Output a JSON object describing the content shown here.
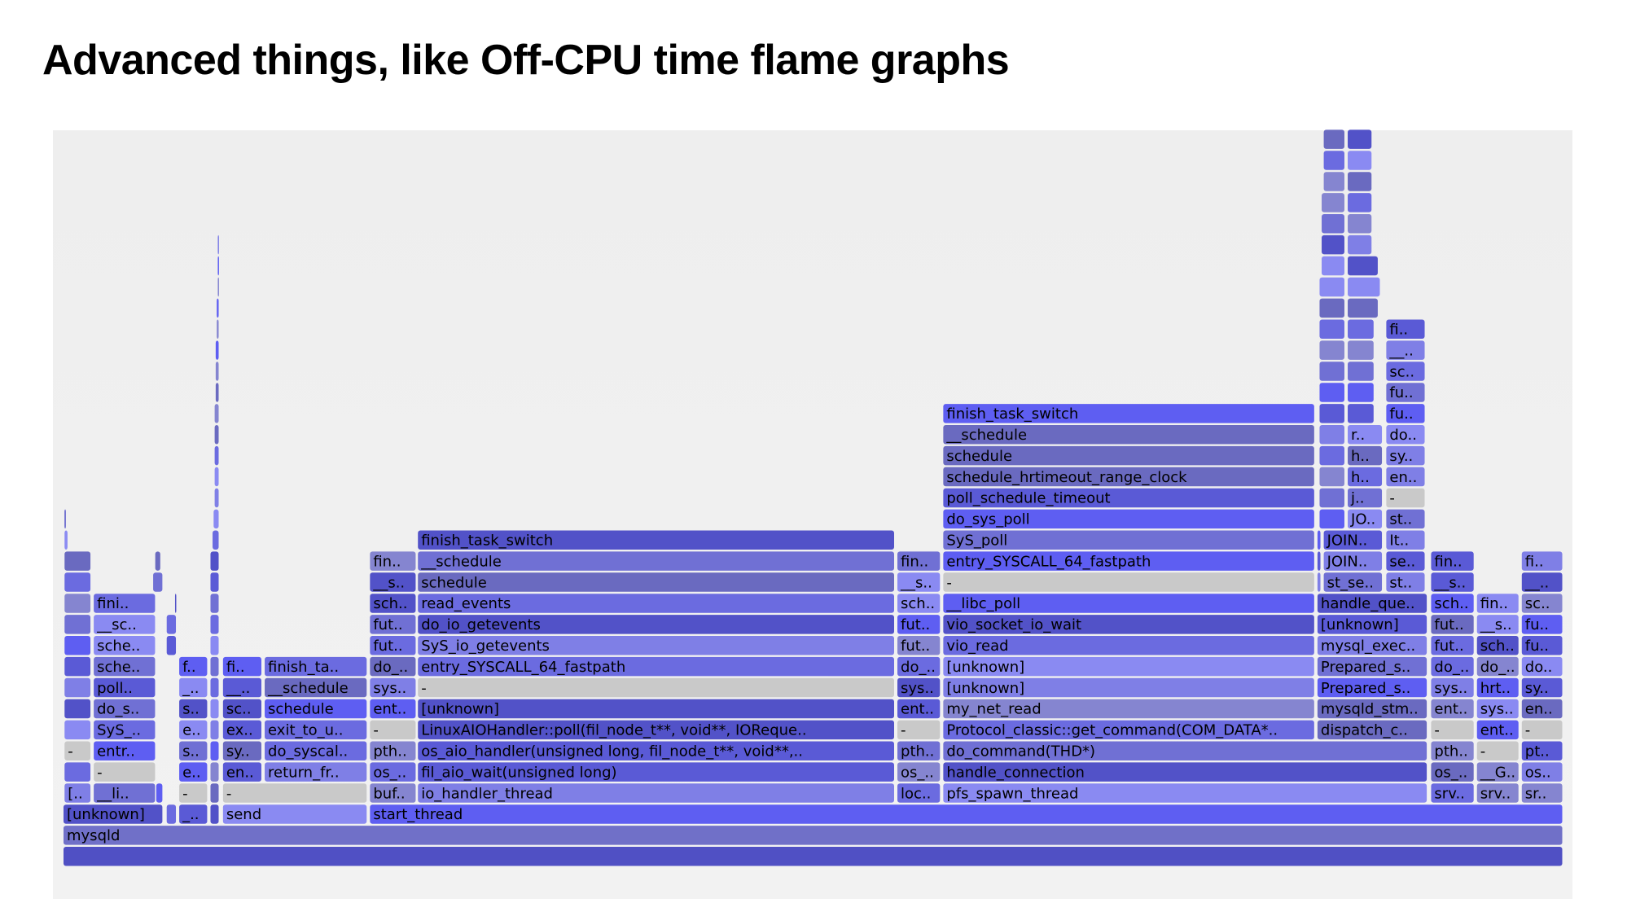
{
  "title": "Advanced things, like Off-CPU time flame graphs",
  "chart_data": {
    "type": "flame",
    "title": "Advanced things, like Off-CPU time flame graphs",
    "units": "samples (x positions on a 0-1439 total scale)",
    "total": 1439,
    "colors": [
      "#5a5ad6",
      "#6b6be0",
      "#7f7fe6",
      "#8585d0",
      "#5252c8",
      "#7070d4",
      "#8a8af2",
      "#5e5ef2",
      "#6a6ac0"
    ],
    "gray": "#c9c9c9",
    "frames": [
      [
        0,
        0,
        1439,
        ""
      ],
      [
        1,
        0,
        1439,
        "mysqld"
      ],
      [
        2,
        0,
        96,
        "[unknown]"
      ],
      [
        2,
        99,
        109,
        ""
      ],
      [
        2,
        111,
        139,
        "_.."
      ],
      [
        2,
        141,
        150,
        ""
      ],
      [
        2,
        153,
        292,
        "send"
      ],
      [
        2,
        294,
        1439,
        "start_thread"
      ],
      [
        3,
        1,
        27,
        "[.."
      ],
      [
        3,
        29,
        89,
        "__li.."
      ],
      [
        3,
        89,
        96,
        ""
      ],
      [
        3,
        111,
        139,
        "-"
      ],
      [
        3,
        141,
        150,
        ""
      ],
      [
        3,
        153,
        292,
        "-"
      ],
      [
        3,
        294,
        339,
        "buf.."
      ],
      [
        3,
        340,
        798,
        "io_handler_thread"
      ],
      [
        3,
        800,
        842,
        "loc.."
      ],
      [
        3,
        844,
        1309,
        "pfs_spawn_thread"
      ],
      [
        3,
        1312,
        1354,
        "srv.."
      ],
      [
        3,
        1356,
        1397,
        "srv.."
      ],
      [
        3,
        1399,
        1439,
        "sr.."
      ],
      [
        4,
        1,
        27,
        ""
      ],
      [
        4,
        29,
        89,
        "-"
      ],
      [
        4,
        111,
        139,
        "e.."
      ],
      [
        4,
        141,
        150,
        ""
      ],
      [
        4,
        153,
        191,
        "en.."
      ],
      [
        4,
        193,
        292,
        "return_fr.."
      ],
      [
        4,
        294,
        339,
        "os_.."
      ],
      [
        4,
        340,
        798,
        "fil_aio_wait(unsigned long)"
      ],
      [
        4,
        800,
        842,
        "os_.."
      ],
      [
        4,
        844,
        1309,
        "handle_connection"
      ],
      [
        4,
        1312,
        1354,
        "os_.."
      ],
      [
        4,
        1356,
        1397,
        "__G.."
      ],
      [
        4,
        1399,
        1439,
        "os.."
      ],
      [
        5,
        1,
        27,
        "-"
      ],
      [
        5,
        29,
        89,
        "entr.."
      ],
      [
        5,
        111,
        139,
        "s.."
      ],
      [
        5,
        141,
        150,
        ""
      ],
      [
        5,
        153,
        191,
        "sy.."
      ],
      [
        5,
        193,
        292,
        "do_syscal.."
      ],
      [
        5,
        294,
        339,
        "pth.."
      ],
      [
        5,
        340,
        798,
        "os_aio_handler(unsigned long, fil_node_t**, void**,.."
      ],
      [
        5,
        800,
        842,
        "pth.."
      ],
      [
        5,
        844,
        1309,
        "do_command(THD*)"
      ],
      [
        5,
        1312,
        1354,
        "pth.."
      ],
      [
        5,
        1356,
        1397,
        "-"
      ],
      [
        5,
        1399,
        1439,
        "pt.."
      ],
      [
        6,
        1,
        27,
        ""
      ],
      [
        6,
        29,
        89,
        "SyS_.."
      ],
      [
        6,
        111,
        139,
        "e.."
      ],
      [
        6,
        141,
        150,
        ""
      ],
      [
        6,
        153,
        191,
        "ex.."
      ],
      [
        6,
        193,
        292,
        "exit_to_u.."
      ],
      [
        6,
        294,
        339,
        "-"
      ],
      [
        6,
        340,
        798,
        "LinuxAIOHandler::poll(fil_node_t**, void**, IOReque.."
      ],
      [
        6,
        800,
        842,
        "-"
      ],
      [
        6,
        844,
        1201,
        "Protocol_classic::get_command(COM_DATA*.."
      ],
      [
        6,
        1203,
        1309,
        "dispatch_c.."
      ],
      [
        6,
        1312,
        1354,
        "-"
      ],
      [
        6,
        1356,
        1397,
        "ent.."
      ],
      [
        6,
        1399,
        1439,
        "-"
      ],
      [
        7,
        1,
        27,
        ""
      ],
      [
        7,
        29,
        89,
        "do_s.."
      ],
      [
        7,
        111,
        139,
        "s.."
      ],
      [
        7,
        141,
        150,
        ""
      ],
      [
        7,
        153,
        191,
        "sc.."
      ],
      [
        7,
        193,
        292,
        "schedule"
      ],
      [
        7,
        294,
        339,
        "ent.."
      ],
      [
        7,
        340,
        798,
        "[unknown]"
      ],
      [
        7,
        800,
        842,
        "ent.."
      ],
      [
        7,
        844,
        1201,
        "my_net_read"
      ],
      [
        7,
        1203,
        1309,
        "mysqld_stm.."
      ],
      [
        7,
        1312,
        1354,
        "ent.."
      ],
      [
        7,
        1356,
        1397,
        "sys.."
      ],
      [
        7,
        1399,
        1439,
        "en.."
      ],
      [
        8,
        1,
        27,
        ""
      ],
      [
        8,
        29,
        89,
        "poll.."
      ],
      [
        8,
        111,
        139,
        "_.."
      ],
      [
        8,
        141,
        150,
        ""
      ],
      [
        8,
        153,
        191,
        "__.."
      ],
      [
        8,
        193,
        292,
        "__schedule"
      ],
      [
        8,
        294,
        339,
        "sys.."
      ],
      [
        8,
        340,
        798,
        "-"
      ],
      [
        8,
        800,
        842,
        "sys.."
      ],
      [
        8,
        844,
        1201,
        "[unknown]"
      ],
      [
        8,
        1203,
        1309,
        "Prepared_s.."
      ],
      [
        8,
        1312,
        1354,
        "sys.."
      ],
      [
        8,
        1356,
        1397,
        "hrt.."
      ],
      [
        8,
        1399,
        1439,
        "sy.."
      ],
      [
        9,
        1,
        27,
        ""
      ],
      [
        9,
        29,
        89,
        "sche.."
      ],
      [
        9,
        111,
        139,
        "f.."
      ],
      [
        9,
        141,
        150,
        ""
      ],
      [
        9,
        153,
        191,
        "fi.."
      ],
      [
        9,
        193,
        292,
        "finish_ta.."
      ],
      [
        9,
        294,
        339,
        "do_.."
      ],
      [
        9,
        340,
        798,
        "entry_SYSCALL_64_fastpath"
      ],
      [
        9,
        800,
        842,
        "do_.."
      ],
      [
        9,
        844,
        1201,
        "[unknown]"
      ],
      [
        9,
        1203,
        1309,
        "Prepared_s.."
      ],
      [
        9,
        1312,
        1354,
        "do_.."
      ],
      [
        9,
        1356,
        1397,
        "do_.."
      ],
      [
        9,
        1399,
        1439,
        "do.."
      ],
      [
        10,
        1,
        27,
        ""
      ],
      [
        10,
        29,
        89,
        "sche.."
      ],
      [
        10,
        99,
        109,
        ""
      ],
      [
        10,
        141,
        150,
        ""
      ],
      [
        10,
        294,
        339,
        "fut.."
      ],
      [
        10,
        340,
        798,
        "SyS_io_getevents"
      ],
      [
        10,
        800,
        842,
        "fut.."
      ],
      [
        10,
        844,
        1201,
        "vio_read"
      ],
      [
        10,
        1203,
        1309,
        "mysql_exec.."
      ],
      [
        10,
        1312,
        1354,
        "fut.."
      ],
      [
        10,
        1356,
        1397,
        "sch.."
      ],
      [
        10,
        1399,
        1439,
        "fu.."
      ],
      [
        11,
        1,
        27,
        ""
      ],
      [
        11,
        29,
        89,
        "__sc.."
      ],
      [
        11,
        99,
        109,
        ""
      ],
      [
        11,
        141,
        150,
        ""
      ],
      [
        11,
        294,
        339,
        "fut.."
      ],
      [
        11,
        340,
        798,
        "do_io_getevents"
      ],
      [
        11,
        800,
        842,
        "fut.."
      ],
      [
        11,
        844,
        1201,
        "vio_socket_io_wait"
      ],
      [
        11,
        1203,
        1309,
        "[unknown]"
      ],
      [
        11,
        1312,
        1354,
        "fut.."
      ],
      [
        11,
        1356,
        1397,
        "__s.."
      ],
      [
        11,
        1399,
        1439,
        "fu.."
      ],
      [
        12,
        1,
        27,
        ""
      ],
      [
        12,
        29,
        89,
        "fini.."
      ],
      [
        12,
        107,
        109,
        ""
      ],
      [
        12,
        141,
        150,
        ""
      ],
      [
        12,
        294,
        339,
        "sch.."
      ],
      [
        12,
        340,
        798,
        "read_events"
      ],
      [
        12,
        800,
        842,
        "sch.."
      ],
      [
        12,
        844,
        1201,
        "__libc_poll"
      ],
      [
        12,
        1203,
        1309,
        "handle_que.."
      ],
      [
        12,
        1312,
        1354,
        "sch.."
      ],
      [
        12,
        1356,
        1397,
        "fin.."
      ],
      [
        12,
        1399,
        1439,
        "sc.."
      ],
      [
        13,
        1,
        27,
        ""
      ],
      [
        13,
        86,
        96,
        ""
      ],
      [
        13,
        141,
        150,
        ""
      ],
      [
        13,
        294,
        339,
        "__s.."
      ],
      [
        13,
        340,
        798,
        "schedule"
      ],
      [
        13,
        800,
        842,
        "__s.."
      ],
      [
        13,
        844,
        1201,
        "-"
      ],
      [
        13,
        1203,
        1207,
        ""
      ],
      [
        13,
        1209,
        1266,
        "st_se.."
      ],
      [
        13,
        1269,
        1307,
        "st.."
      ],
      [
        13,
        1312,
        1354,
        "__s.."
      ],
      [
        13,
        1399,
        1439,
        "__.."
      ],
      [
        14,
        1,
        27,
        ""
      ],
      [
        14,
        88,
        94,
        ""
      ],
      [
        14,
        141,
        150,
        ""
      ],
      [
        14,
        294,
        339,
        "fin.."
      ],
      [
        14,
        340,
        798,
        "__schedule"
      ],
      [
        14,
        800,
        842,
        "fin.."
      ],
      [
        14,
        844,
        1201,
        "entry_SYSCALL_64_fastpath"
      ],
      [
        14,
        1203,
        1207,
        ""
      ],
      [
        14,
        1209,
        1266,
        "JOIN.."
      ],
      [
        14,
        1269,
        1307,
        "se.."
      ],
      [
        14,
        1312,
        1354,
        "fin.."
      ],
      [
        14,
        1399,
        1439,
        "fi.."
      ],
      [
        15,
        1,
        5,
        ""
      ],
      [
        15,
        143,
        150,
        ""
      ],
      [
        15,
        340,
        798,
        "finish_task_switch"
      ],
      [
        15,
        844,
        1201,
        "SyS_poll"
      ],
      [
        15,
        1203,
        1207,
        ""
      ],
      [
        15,
        1209,
        1266,
        "JOIN.."
      ],
      [
        15,
        1269,
        1307,
        "It.."
      ],
      [
        16,
        1,
        3,
        ""
      ],
      [
        16,
        144,
        150,
        ""
      ],
      [
        16,
        844,
        1201,
        "do_sys_poll"
      ],
      [
        16,
        1205,
        1230,
        ""
      ],
      [
        16,
        1232,
        1266,
        "JO.."
      ],
      [
        16,
        1269,
        1307,
        "st.."
      ],
      [
        17,
        145,
        150,
        ""
      ],
      [
        17,
        844,
        1201,
        "poll_schedule_timeout"
      ],
      [
        17,
        1205,
        1230,
        ""
      ],
      [
        17,
        1232,
        1266,
        "j.."
      ],
      [
        17,
        1269,
        1307,
        "-"
      ],
      [
        18,
        145,
        150,
        ""
      ],
      [
        18,
        844,
        1201,
        "schedule_hrtimeout_range_clock"
      ],
      [
        18,
        1205,
        1230,
        ""
      ],
      [
        18,
        1232,
        1266,
        "h.."
      ],
      [
        18,
        1269,
        1307,
        "en.."
      ],
      [
        19,
        145,
        150,
        ""
      ],
      [
        19,
        844,
        1201,
        "schedule"
      ],
      [
        19,
        1205,
        1230,
        ""
      ],
      [
        19,
        1232,
        1266,
        "h.."
      ],
      [
        19,
        1269,
        1307,
        "sy.."
      ],
      [
        20,
        145,
        150,
        ""
      ],
      [
        20,
        844,
        1201,
        "__schedule"
      ],
      [
        20,
        1205,
        1230,
        ""
      ],
      [
        20,
        1232,
        1266,
        "r.."
      ],
      [
        20,
        1269,
        1307,
        "do.."
      ],
      [
        21,
        145,
        150,
        ""
      ],
      [
        21,
        844,
        1201,
        "finish_task_switch"
      ],
      [
        21,
        1205,
        1230,
        ""
      ],
      [
        21,
        1232,
        1258,
        ""
      ],
      [
        21,
        1269,
        1307,
        "fu.."
      ],
      [
        22,
        146,
        150,
        ""
      ],
      [
        22,
        1205,
        1230,
        ""
      ],
      [
        22,
        1232,
        1258,
        ""
      ],
      [
        22,
        1269,
        1307,
        "fu.."
      ],
      [
        23,
        146,
        150,
        ""
      ],
      [
        23,
        1205,
        1230,
        ""
      ],
      [
        23,
        1232,
        1258,
        ""
      ],
      [
        23,
        1269,
        1307,
        "sc.."
      ],
      [
        24,
        146,
        150,
        ""
      ],
      [
        24,
        1205,
        1230,
        ""
      ],
      [
        24,
        1232,
        1258,
        ""
      ],
      [
        24,
        1269,
        1307,
        "__.."
      ],
      [
        25,
        147,
        150,
        ""
      ],
      [
        25,
        1205,
        1230,
        ""
      ],
      [
        25,
        1232,
        1258,
        ""
      ],
      [
        25,
        1269,
        1307,
        "fi.."
      ],
      [
        26,
        147,
        150,
        ""
      ],
      [
        26,
        1205,
        1230,
        ""
      ],
      [
        26,
        1232,
        1262,
        ""
      ],
      [
        27,
        148,
        150,
        ""
      ],
      [
        27,
        1205,
        1230,
        ""
      ],
      [
        27,
        1232,
        1264,
        ""
      ],
      [
        28,
        148,
        150,
        ""
      ],
      [
        28,
        1207,
        1230,
        ""
      ],
      [
        28,
        1232,
        1262,
        ""
      ],
      [
        29,
        148,
        150,
        ""
      ],
      [
        29,
        1207,
        1230,
        ""
      ],
      [
        29,
        1232,
        1256,
        ""
      ],
      [
        30,
        1207,
        1230,
        ""
      ],
      [
        30,
        1232,
        1256,
        ""
      ],
      [
        31,
        1207,
        1230,
        ""
      ],
      [
        31,
        1232,
        1256,
        ""
      ],
      [
        32,
        1209,
        1230,
        ""
      ],
      [
        32,
        1232,
        1256,
        ""
      ],
      [
        33,
        1209,
        1230,
        ""
      ],
      [
        33,
        1232,
        1256,
        ""
      ],
      [
        34,
        1209,
        1230,
        ""
      ],
      [
        34,
        1232,
        1256,
        ""
      ]
    ]
  }
}
